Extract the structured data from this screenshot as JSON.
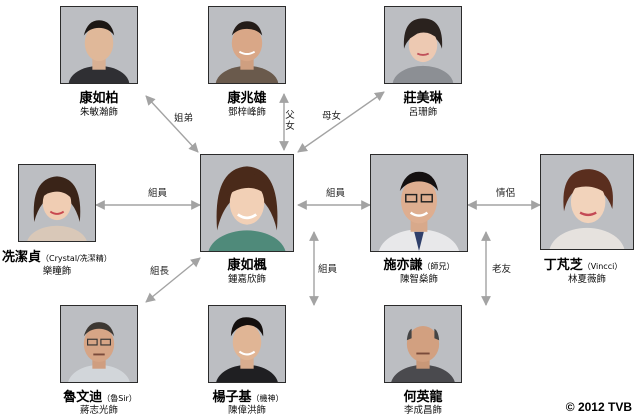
{
  "characters": [
    {
      "id": "hong-yu-pak",
      "name": "康如柏",
      "name_note": "",
      "actor": "朱敏瀚飾"
    },
    {
      "id": "hong-siu-hung",
      "name": "康兆雄",
      "name_note": "",
      "actor": "鄧梓峰飾"
    },
    {
      "id": "chong-mei-lam",
      "name": "莊美琳",
      "name_note": "",
      "actor": "呂珊飾"
    },
    {
      "id": "sin-kit-ching",
      "name": "冼潔貞",
      "name_note": "（Crystal/冼潔精）",
      "actor": "樂瞳飾"
    },
    {
      "id": "hong-yu-fung",
      "name": "康如楓",
      "name_note": "",
      "actor": "鍾嘉欣飾"
    },
    {
      "id": "sze-yik-him",
      "name": "施亦謙",
      "name_note": "（師兄）",
      "actor": "陳智燊飾"
    },
    {
      "id": "ting-fan-chi",
      "name": "丁芃芝",
      "name_note": "（Vincci）",
      "actor": "林夏薇飾"
    },
    {
      "id": "lo-man-tik",
      "name": "魯文迪",
      "name_note": "（魯Sir）",
      "actor": "蔣志光飾"
    },
    {
      "id": "yeung-tsz-kei",
      "name": "楊子基",
      "name_note": "（機神）",
      "actor": "陳偉洪飾"
    },
    {
      "id": "ho-ying-lung",
      "name": "何英龍",
      "name_note": "",
      "actor": "李成昌飾"
    }
  ],
  "relationships": [
    {
      "id": "rel-pak-fung",
      "label": "姐弟"
    },
    {
      "id": "rel-hung-fung",
      "label": "父女"
    },
    {
      "id": "rel-lam-fung",
      "label": "母女"
    },
    {
      "id": "rel-ching-fung",
      "label": "組員"
    },
    {
      "id": "rel-fung-him",
      "label": "組員"
    },
    {
      "id": "rel-him-vincci",
      "label": "情侶"
    },
    {
      "id": "rel-dik-fung",
      "label": "組長"
    },
    {
      "id": "rel-kei-fung",
      "label": "組員"
    },
    {
      "id": "rel-him-lung",
      "label": "老友"
    }
  ],
  "copyright": "© 2012 TVB",
  "colors": {
    "line": "#a3a3a3",
    "photo_border": "#2b2b2b",
    "text": "#000000"
  }
}
